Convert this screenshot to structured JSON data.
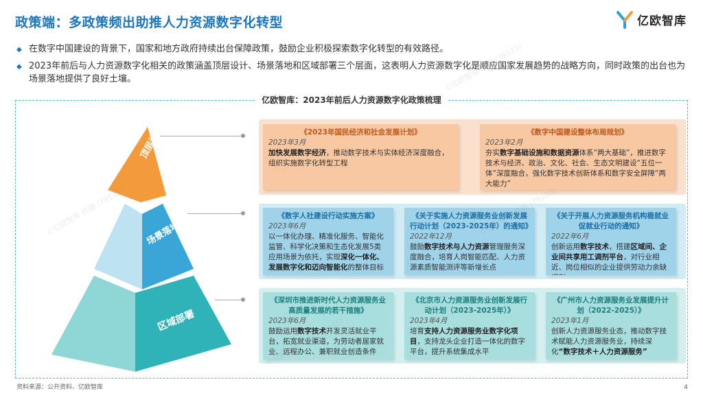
{
  "header": {
    "title": "政策端：多政策频出助推人力资源数字化转型",
    "logo_text": "亿欧智库"
  },
  "bullets": [
    "在数字中国建设的背景下，国家和地方政府持续出台保障政策，鼓励企业积极探索数字化转型的有效路径。",
    "2023年前后与人力资源数字化相关的政策涵盖顶层设计、场景落地和区域部署三个层面，这表明人力资源数字化是顺应国家发展趋势的战略方向，同时政策的出台也为场景落地提供了良好土壤。"
  ],
  "frame_title": "亿欧智库：2023年前后人力资源数字化政策梳理",
  "pyramid": {
    "top": "顶层设计",
    "middle": "场景落地",
    "bottom": "区域部署"
  },
  "cards": {
    "c1": {
      "title": "《2023年国民经济和社会发展计划》",
      "date": "2023年3月",
      "bold": "加快发展数字经济",
      "text": "，推动数字技术与实体经济深度融合，组织实施数字化转型工程"
    },
    "c2": {
      "title": "《数字中国建设整体布局规划》",
      "date": "2023年2月",
      "pre": "夯实",
      "bold": "数字基础设施和数据资源",
      "text": "体系“两大基础”，推进数字技术与经济、政治、文化、社会、生态文明建设“五位一体”深度融合，强化数字技术创新体系和数字安全屏障“两大能力”"
    },
    "c3": {
      "title": "《数字人社建设行动实施方案》",
      "date": "2023年6月",
      "pre": "以一体化办理、精准化服务、智能化监管、科学化决策和生态化发展5类应用场景为依托，实现",
      "bold": "深化一体化、发展数字化和迈向智能化",
      "text": "的整体目标"
    },
    "c4": {
      "title": "《关于实施人力资源服务业创新发展行动计划（2023-2025年）的通知》",
      "date": "2022年12月",
      "pre": "鼓励",
      "bold": "数字技术与人力资源",
      "text": "管理服务深度融合，培育人岗智能匹配、人力资源素质智能测评等新增长点"
    },
    "c5": {
      "title": "《关于开展人力资源服务机构稳就业促就业行动的通知》",
      "date": "2022年6月",
      "pre": "创新运用",
      "bold": "数字技术",
      "mid": "，搭建",
      "bold2": "区域间、企业间共享用工调剂平台",
      "text": "，对行业相近、岗位相似的企业提供劳动力余缺调剂"
    },
    "c6": {
      "title": "《深圳市推进新时代人力资源服务业高质量发展的若干措施》",
      "date": "2023年6月",
      "pre": "鼓励运用",
      "bold": "数字技术",
      "text": "开发灵活就业平台，拓宽就业渠道，为劳动者居家就业、远程办公、兼职就业创造条件"
    },
    "c7": {
      "title": "《北京市人力资源服务业创新发展行动计划（2023-2025年）》",
      "date": "2023年4月",
      "pre": "培育",
      "bold": "支持人力资源服务业数字化项目",
      "text": "，支持龙头企业打造一体化的数字平台，提升系统集成水平"
    },
    "c8": {
      "title": "《广州市人力资源服务业发展提升计划（2022-2025）》",
      "date": "2023年1月",
      "pre": "创新人力资源服务业态，推动数字技术赋能人力资源服务业，持续深化",
      "bold": "“数字技术＋人力资源服务”",
      "text": ""
    }
  },
  "watermark": "©亿欧智库·终端 (79125)",
  "footer": {
    "source": "资料来源：公开资料、亿欧智库",
    "page": "4"
  },
  "colors": {
    "accent": "#1a76c2",
    "orange": "#f28a30",
    "blue": "#3aa6d8",
    "teal": "#2fb3b8"
  }
}
